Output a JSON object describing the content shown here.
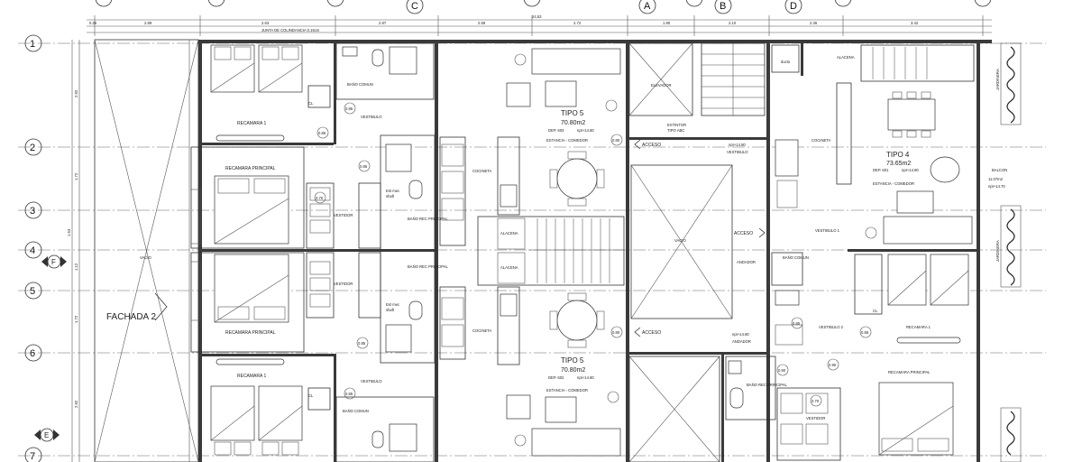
{
  "grid": {
    "rows": [
      "1",
      "2",
      "3",
      "4",
      "5",
      "6",
      "7"
    ],
    "columns": [
      "C",
      "A",
      "B",
      "D"
    ],
    "markers": [
      "F",
      "E"
    ]
  },
  "dimensions": {
    "total": "24.53",
    "segments": [
      "0.25",
      "2.89",
      "2.63",
      "2.87",
      "2.59",
      "2.72",
      "1.90",
      "2.10",
      "2.36",
      "3.42"
    ],
    "left": [
      "2.92",
      "1.72",
      "1.53",
      "1.12",
      "1.72",
      "2.92"
    ],
    "joint": "JUNTA DE COLINDANCIA 0.15cm"
  },
  "labels": {
    "fachada": "FACHADA 2",
    "vacio": "VACIO",
    "vacio_center": "VACIO",
    "recamara1": "RECAMARA 1",
    "recamara_principal": "RECAMARA PRINCIPAL",
    "bano_comun": "BAÑO COMUN",
    "bano_rec_principal": "BAÑO REC PRINCIPAL",
    "vestibulo": "VESTIBULO",
    "vestidor": "VESTIDOR",
    "cocineta": "COCINETA",
    "alacena": "ALACENA",
    "estancia_comedor": "ESTANCIA - COMEDOR",
    "acceso": "ACCESO",
    "andador": "ANDADOR",
    "elevador": "ELEVADOR",
    "extintor": "EXTINTOR",
    "extintor_tipo": "TIPO ABC",
    "vestibulo1": "VESTIBULO 1",
    "vestibulo2": "VESTIBULO 2",
    "balcon": "BALCON",
    "balcon_area": "11.07m2",
    "balcon_level": "npt+14.70",
    "cl": "CL",
    "est_mec": "Est mec",
    "shafts": "shaft",
    "jardinera": "JARDINERA",
    "ducto": "ducto"
  },
  "units": [
    {
      "name": "TIPO 5",
      "area": "70.80m2",
      "dep": "DEP. 603",
      "level": "npt+14.80"
    },
    {
      "name": "TIPO 5",
      "area": "70.80m2",
      "dep": "DEP. 602",
      "level": "npt+14.80"
    },
    {
      "name": "TIPO 4",
      "area": "73.65m2",
      "dep": "DEP. 601",
      "level": "npt+14.80"
    }
  ],
  "levels": [
    "npt+14.80",
    "npt+14.80",
    "npt+14.80"
  ],
  "door_tags": [
    "0.85",
    "0.85",
    "0.85",
    "0.70",
    "0.85",
    "0.80",
    "0.80",
    "0.85",
    "0.85",
    "0.90",
    "0.70",
    "0.85",
    "0.90"
  ]
}
